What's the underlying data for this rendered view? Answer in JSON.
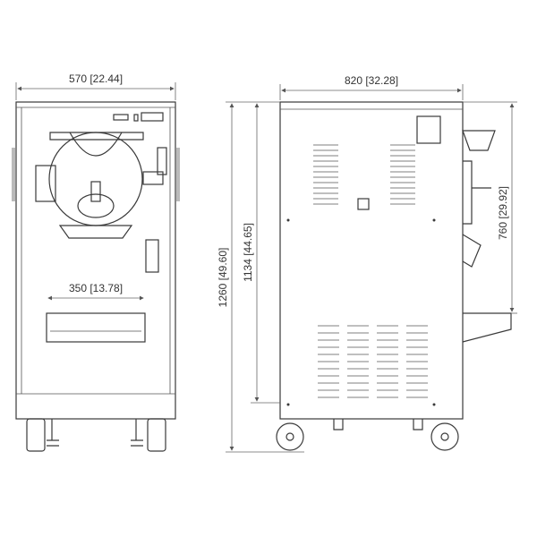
{
  "dimensions": {
    "front_width": "570 [22.44]",
    "side_depth": "820 [32.28]",
    "outlet_width": "350 [13.78]",
    "total_height": "1260 [49.60]",
    "body_height": "1134 [44.65]",
    "counter_height": "760 [29.92]"
  }
}
